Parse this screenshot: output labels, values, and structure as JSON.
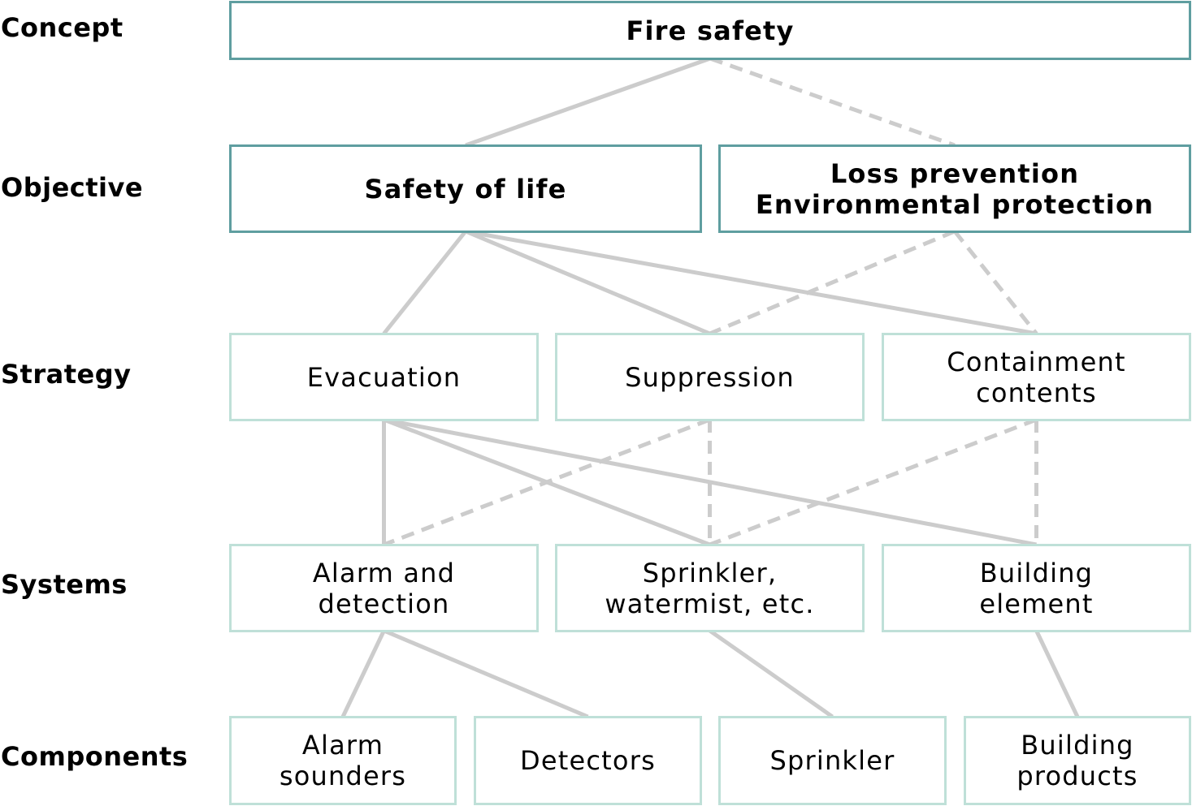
{
  "levels": {
    "concept": "Concept",
    "objective": "Objective",
    "strategy": "Strategy",
    "systems": "Systems",
    "components": "Components"
  },
  "nodes": {
    "fire_safety": [
      "Fire safety"
    ],
    "safety_of_life": [
      "Safety of life"
    ],
    "loss_prevention": [
      "Loss prevention",
      "Environmental protection"
    ],
    "evacuation": [
      "Evacuation"
    ],
    "suppression": [
      "Suppression"
    ],
    "containment": [
      "Containment",
      "contents"
    ],
    "alarm_detection": [
      "Alarm and",
      "detection"
    ],
    "sprinkler_system": [
      "Sprinkler,",
      "watermist, etc."
    ],
    "building_element": [
      "Building",
      "element"
    ],
    "alarm_sounders": [
      "Alarm",
      "sounders"
    ],
    "detectors": [
      "Detectors"
    ],
    "sprinkler_component": [
      "Sprinkler"
    ],
    "building_products": [
      "Building",
      "products"
    ]
  },
  "links": [
    {
      "from": "fire_safety",
      "to": "safety_of_life",
      "style": "solid"
    },
    {
      "from": "fire_safety",
      "to": "loss_prevention",
      "style": "dashed"
    },
    {
      "from": "safety_of_life",
      "to": "evacuation",
      "style": "solid"
    },
    {
      "from": "safety_of_life",
      "to": "suppression",
      "style": "solid"
    },
    {
      "from": "safety_of_life",
      "to": "containment",
      "style": "solid"
    },
    {
      "from": "loss_prevention",
      "to": "suppression",
      "style": "dashed"
    },
    {
      "from": "loss_prevention",
      "to": "containment",
      "style": "dashed"
    },
    {
      "from": "evacuation",
      "to": "alarm_detection",
      "style": "solid"
    },
    {
      "from": "evacuation",
      "to": "sprinkler_system",
      "style": "solid"
    },
    {
      "from": "evacuation",
      "to": "building_element",
      "style": "solid"
    },
    {
      "from": "suppression",
      "to": "alarm_detection",
      "style": "dashed"
    },
    {
      "from": "suppression",
      "to": "sprinkler_system",
      "style": "dashed"
    },
    {
      "from": "containment",
      "to": "sprinkler_system",
      "style": "dashed"
    },
    {
      "from": "containment",
      "to": "building_element",
      "style": "dashed"
    },
    {
      "from": "alarm_detection",
      "to": "alarm_sounders",
      "style": "solid"
    },
    {
      "from": "alarm_detection",
      "to": "detectors",
      "style": "solid"
    },
    {
      "from": "sprinkler_system",
      "to": "sprinkler_component",
      "style": "solid"
    },
    {
      "from": "building_element",
      "to": "building_products",
      "style": "solid"
    }
  ],
  "colors": {
    "connector": "#cccccc",
    "strong_border": "#5f9ea0",
    "light_border": "#bfe0d8",
    "text": "#000000"
  }
}
